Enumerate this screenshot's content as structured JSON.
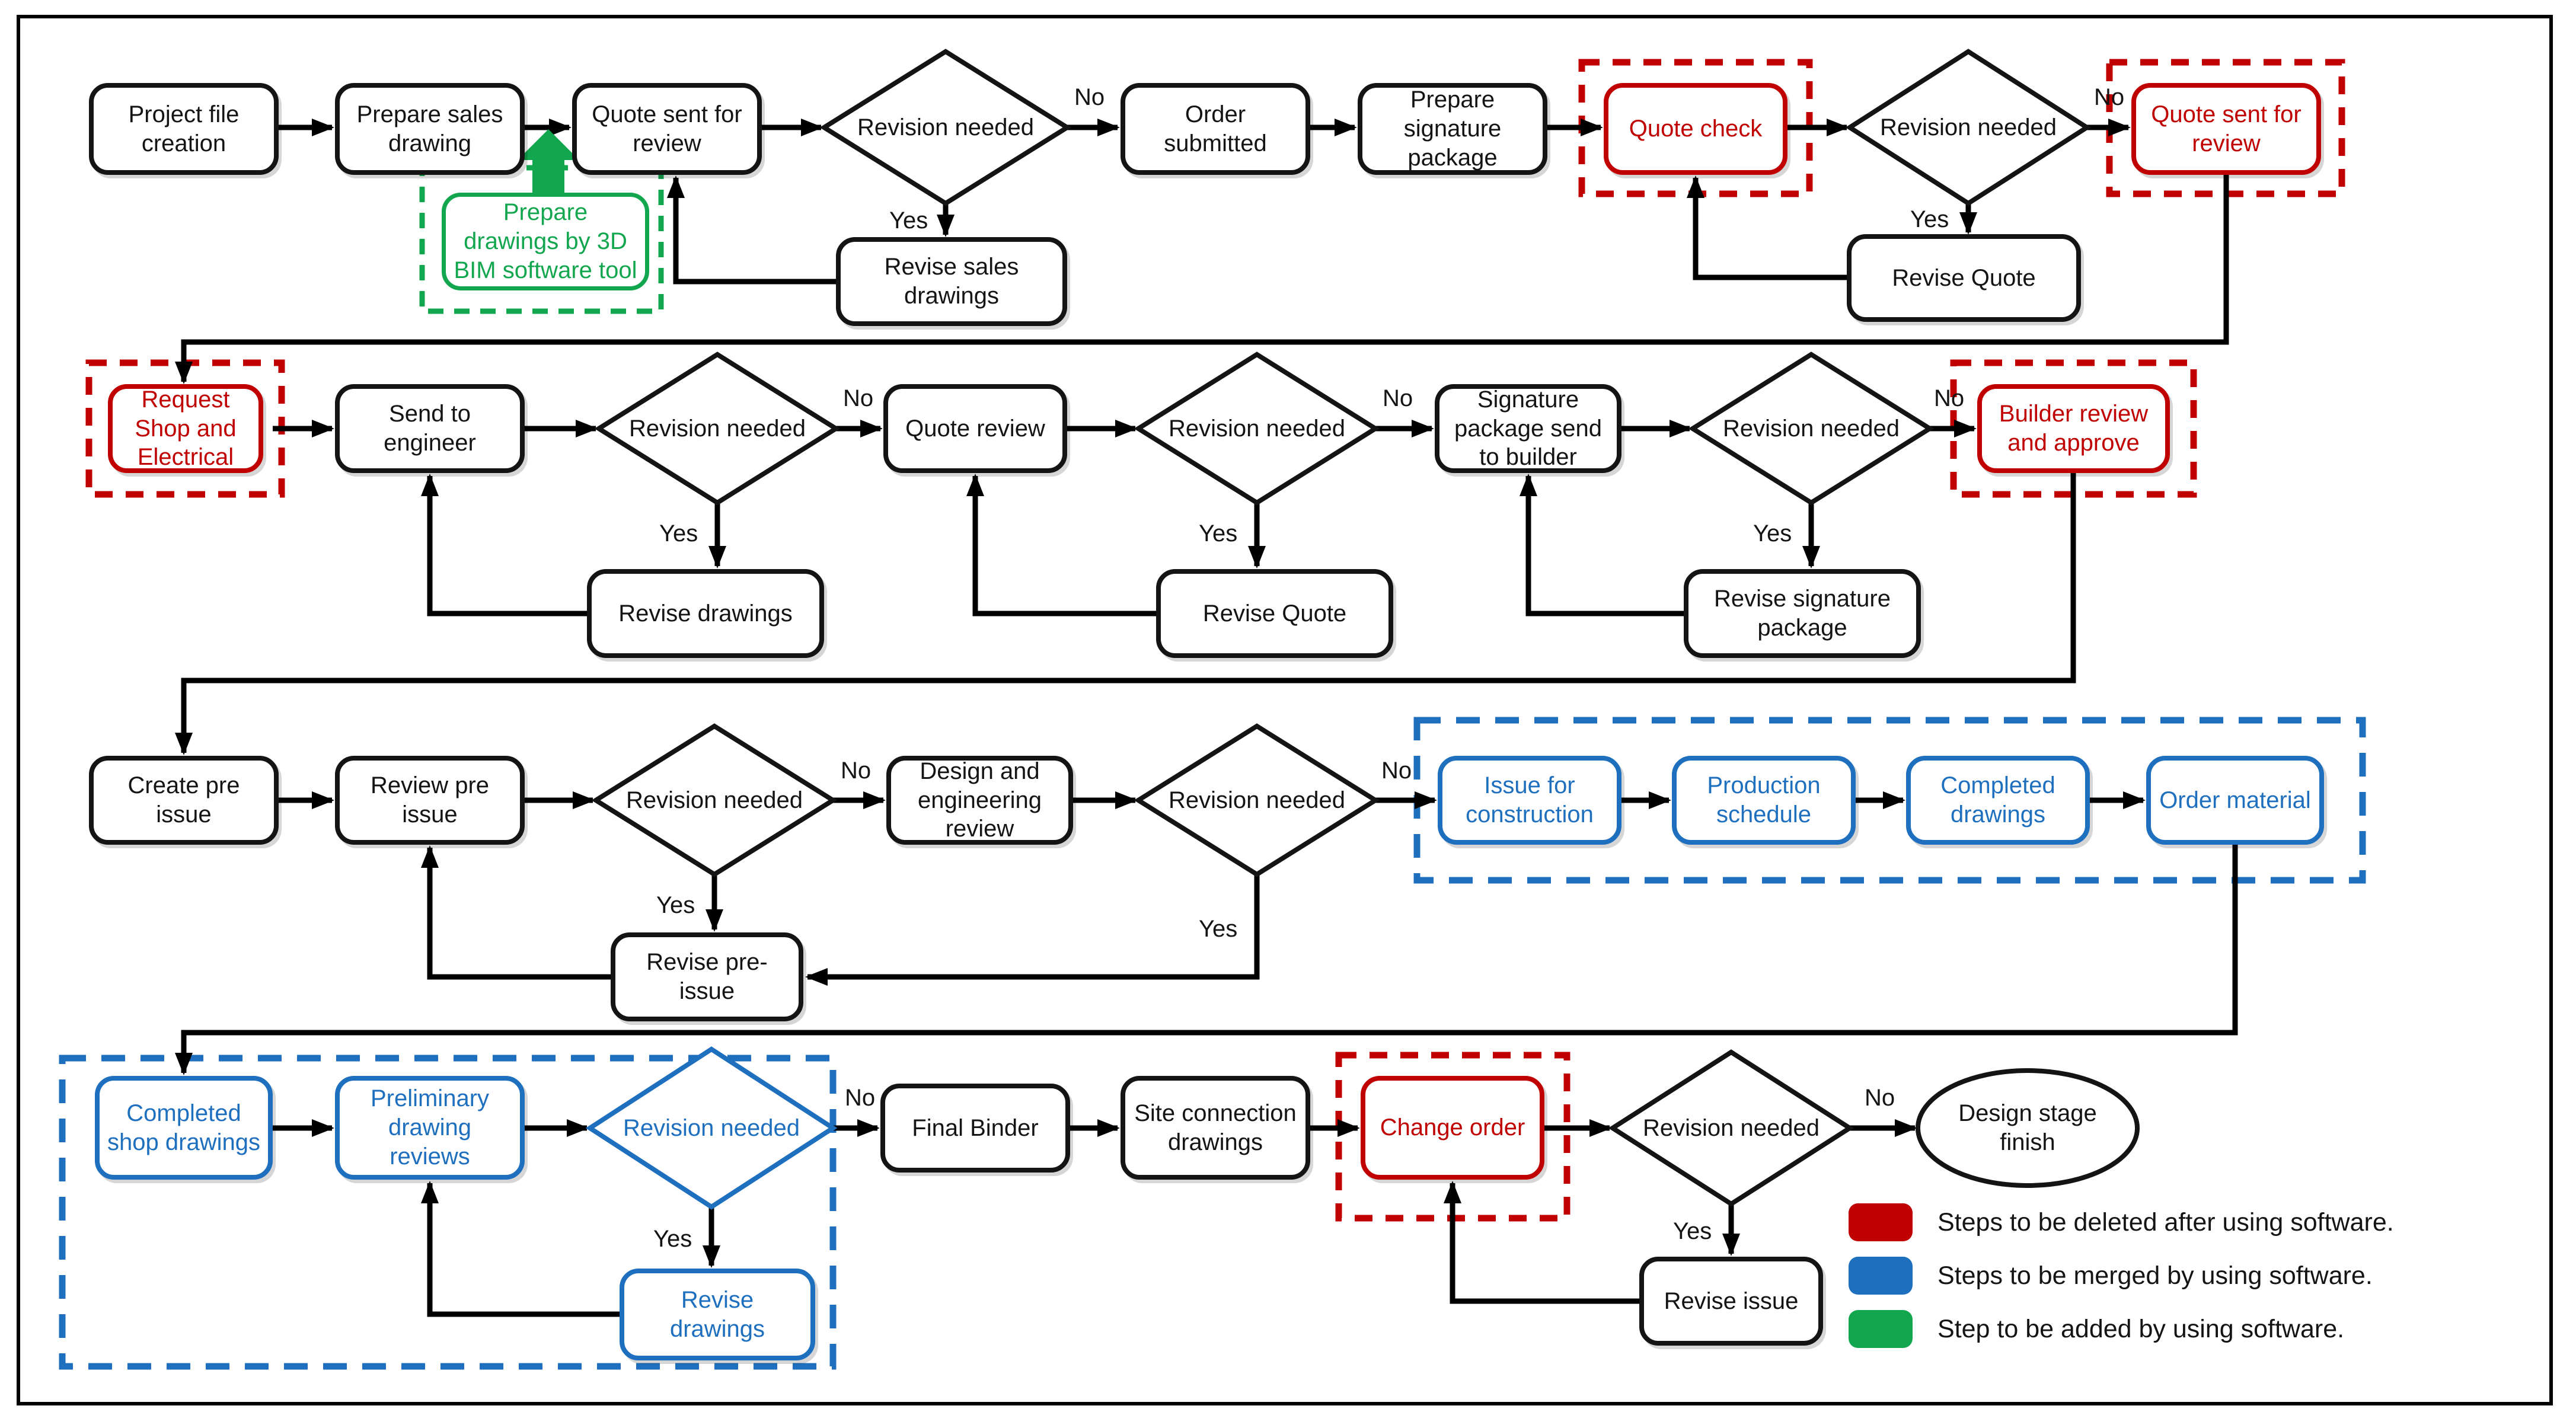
{
  "labels": {
    "yes": "Yes",
    "no": "No",
    "revision_needed": "Revision needed"
  },
  "nodes": {
    "project_file_creation": "Project file creation",
    "prepare_sales_drawing": "Prepare sales drawing",
    "quote_sent_for_review_1": "Quote sent for review",
    "order_submitted": "Order submitted",
    "prepare_signature_package": "Prepare signature package",
    "quote_check": "Quote check",
    "quote_sent_for_review_2": "Quote sent for review",
    "prepare_drawings_bim": "Prepare drawings by 3D BIM software tool",
    "revise_sales_drawings": "Revise sales drawings",
    "revise_quote_1": "Revise Quote",
    "request_shop_electrical": "Request Shop and Electrical",
    "send_to_engineer": "Send to engineer",
    "quote_review": "Quote review",
    "signature_package_send": "Signature package send to builder",
    "builder_review_approve": "Builder review and approve",
    "revise_drawings_2": "Revise drawings",
    "revise_quote_2": "Revise Quote",
    "revise_signature_package": "Revise signature package",
    "create_pre_issue": "Create pre issue",
    "review_pre_issue": "Review pre issue",
    "design_engineering_review": "Design and engineering review",
    "issue_for_construction": "Issue for construction",
    "production_schedule": "Production schedule",
    "completed_drawings": "Completed drawings",
    "order_material": "Order material",
    "revise_pre_issue": "Revise pre-issue",
    "completed_shop_drawings": "Completed shop drawings",
    "preliminary_drawing_reviews": "Preliminary drawing reviews",
    "final_binder": "Final Binder",
    "site_connection_drawings": "Site connection drawings",
    "change_order": "Change order",
    "design_stage_finish": "Design stage finish",
    "revise_drawings_4": "Revise drawings",
    "revise_issue": "Revise issue"
  },
  "legend": {
    "items": [
      {
        "color": "#c00000",
        "label": "Steps to be deleted after using software."
      },
      {
        "color": "#1f6fbf",
        "label": "Steps to be merged by using software."
      },
      {
        "color": "#12a74f",
        "label": "Step to be added by using software."
      }
    ]
  },
  "colors": {
    "delete": "#c00000",
    "merge": "#1f6fbf",
    "add": "#12a74f",
    "flow": "#000000"
  }
}
